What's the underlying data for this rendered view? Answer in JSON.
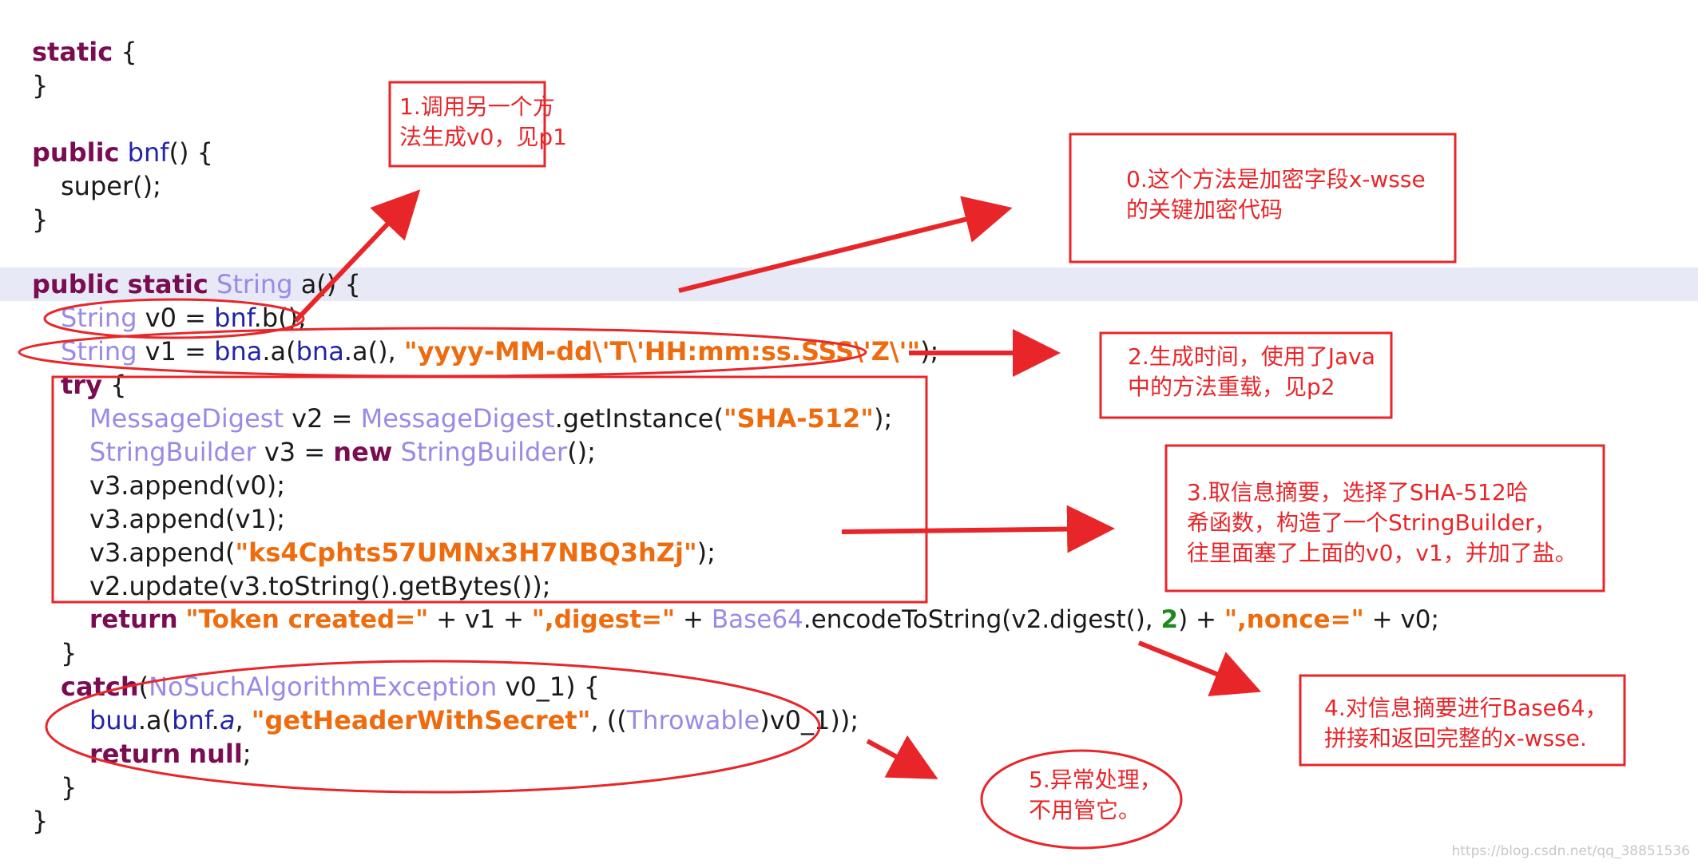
{
  "code": {
    "line1": {
      "kw": "static",
      "rest": " {"
    },
    "line2": {
      "text": "}"
    },
    "line3": {
      "kw": "public",
      "id": "bnf",
      "rest": "() {"
    },
    "line4": {
      "text": "super();"
    },
    "line5": {
      "text": "}"
    },
    "line6": {
      "kw1": "public",
      "kw2": "static",
      "type": "String",
      "rest": " a() {"
    },
    "line7": {
      "type": "String",
      "mid": " v0 = ",
      "id": "bnf",
      "rest": ".b();"
    },
    "line8": {
      "type": "String",
      "mid": " v1 = ",
      "id1": "bna",
      "mid2": ".a(",
      "id2": "bna",
      "mid3": ".a(), ",
      "str": "\"yyyy-MM-dd\\'T\\'HH:mm:ss.SSS\\'Z\\'\"",
      "rest": ");"
    },
    "line9": {
      "kw": "try",
      "rest": " {"
    },
    "line10": {
      "type1": "MessageDigest",
      "mid": " v2 = ",
      "type2": "MessageDigest",
      "mid2": ".getInstance(",
      "str": "\"SHA-512\"",
      "rest": ");"
    },
    "line11": {
      "type1": "StringBuilder",
      "mid": " v3 = ",
      "kw": "new",
      "sp": " ",
      "type2": "StringBuilder",
      "rest": "();"
    },
    "line12": {
      "text": "v3.append(v0);"
    },
    "line13": {
      "text": "v3.append(v1);"
    },
    "line14": {
      "mid": "v3.append(",
      "str": "\"ks4Cphts57UMNx3H7NBQ3hZj\"",
      "rest": ");"
    },
    "line15": {
      "text": "v2.update(v3.toString().getBytes());"
    },
    "line16": {
      "kw": "return",
      "sp": " ",
      "str1": "\"Token created=\"",
      "mid1": " + v1 + ",
      "str2": "\",digest=\"",
      "mid2": " + ",
      "type": "Base64",
      "mid3": ".encodeToString(v2.digest(), ",
      "num": "2",
      "mid4": ") + ",
      "str3": "\",nonce=\"",
      "rest": " + v0;"
    },
    "line17": {
      "text": "}"
    },
    "line18": {
      "kw": "catch",
      "mid": "(",
      "type": "NoSuchAlgorithmException",
      "rest": " v0_1) {"
    },
    "line19": {
      "id1": "buu",
      "mid": ".a(",
      "id2": "bnf",
      "dot": ".",
      "it": "a",
      "mid2": ", ",
      "str": "\"getHeaderWithSecret\"",
      "mid3": ", ((",
      "type": "Throwable",
      "rest": ")v0_1));"
    },
    "line20": {
      "kw1": "return",
      "sp": " ",
      "kw2": "null",
      "rest": ";"
    },
    "line21": {
      "text": "}"
    },
    "line22": {
      "text": "}"
    }
  },
  "notes": {
    "note0": {
      "line1": "0.这个方法是加密字段x-wsse",
      "line2": "的关键加密代码"
    },
    "note1": {
      "line1": "1.调用另一个方",
      "line2": "法生成v0，见p1"
    },
    "note2": {
      "line1": "2.生成时间，使用了Java",
      "line2": "中的方法重载，见p2"
    },
    "note3": {
      "line1": "3.取信息摘要，选择了SHA-512哈",
      "line2": "希函数，构造了一个StringBuilder，",
      "line3": "往里面塞了上面的v0，v1，并加了盐。"
    },
    "note4": {
      "line1": "4.对信息摘要进行Base64，",
      "line2": "拼接和返回完整的x-wsse."
    },
    "note5": {
      "line1": "5.异常处理，",
      "line2": "不用管它。"
    }
  },
  "watermark": "https://blog.csdn.net/qq_38851536",
  "colors": {
    "annotation_red": "#e8262a",
    "keyword": "#7a0d52",
    "type": "#9a8ae6",
    "identifier": "#2323a9",
    "string": "#ee6c0e",
    "number": "#1e8a1e",
    "line_highlight": "#e7e9f6"
  }
}
